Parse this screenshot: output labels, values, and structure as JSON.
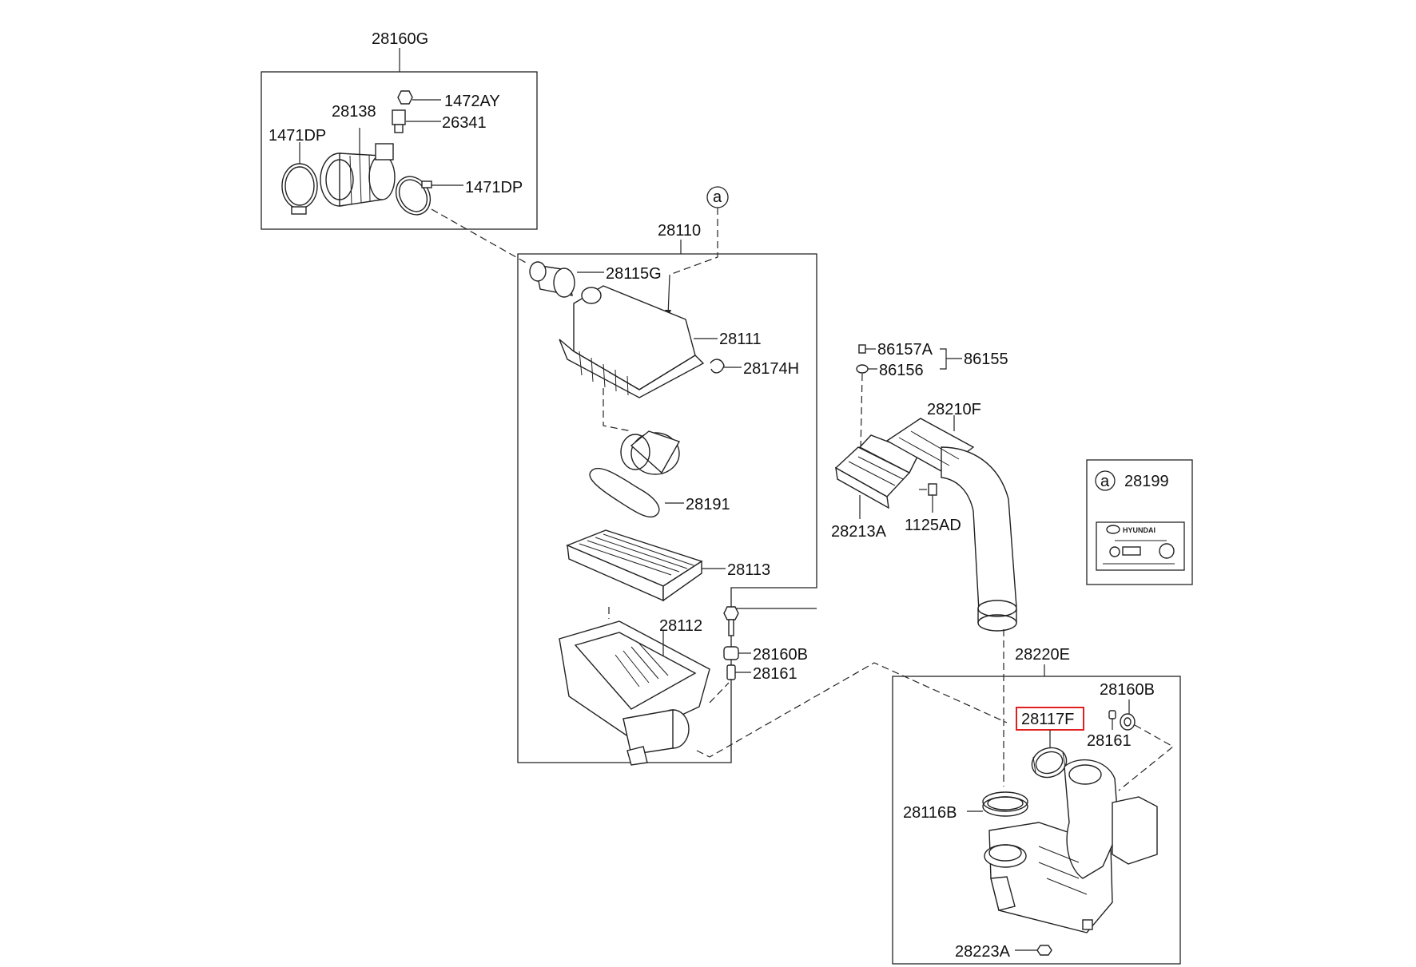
{
  "labels": {
    "p28160G": "28160G",
    "p1472AY": "1472AY",
    "p28138": "28138",
    "p26341": "26341",
    "p1471DP_left": "1471DP",
    "p1471DP_right": "1471DP",
    "p28110": "28110",
    "ref_a": "a",
    "p28115G": "28115G",
    "p28111": "28111",
    "p28174H": "28174H",
    "p28191": "28191",
    "p28113": "28113",
    "p28112": "28112",
    "p28160B_mid": "28160B",
    "p28161_mid": "28161",
    "p86157A": "86157A",
    "p86156": "86156",
    "p86155": "86155",
    "p28210F": "28210F",
    "p28213A": "28213A",
    "p1125AD": "1125AD",
    "p28220E": "28220E",
    "p28160B_right": "28160B",
    "p28117F": "28117F",
    "p28161_right": "28161",
    "p28116B": "28116B",
    "p28223A": "28223A",
    "ref_a_box": "a",
    "p28199": "28199",
    "decal_brand": "HYUNDAI"
  },
  "highlight": {
    "part": "28117F",
    "color": "#e02020"
  }
}
